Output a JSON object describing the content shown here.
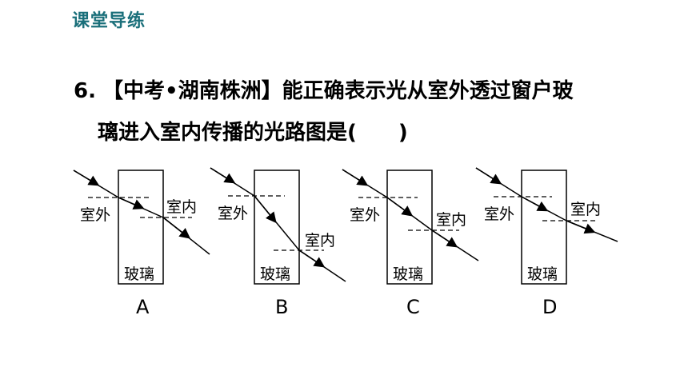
{
  "header": {
    "section_title": "课堂导练"
  },
  "question": {
    "number": "6.",
    "line1": "【中考•湖南株洲】能正确表示光从室外透过窗户玻",
    "line2": "璃进入室内传播的光路图是(　　)"
  },
  "figures": [
    {
      "option": "A",
      "outside_label": "室外",
      "inside_label": "室内",
      "glass_label": "玻璃"
    },
    {
      "option": "B",
      "outside_label": "室外",
      "inside_label": "室内",
      "glass_label": "玻璃"
    },
    {
      "option": "C",
      "outside_label": "室外",
      "inside_label": "室内",
      "glass_label": "玻璃"
    },
    {
      "option": "D",
      "outside_label": "室外",
      "inside_label": "室内",
      "glass_label": "玻璃"
    }
  ]
}
